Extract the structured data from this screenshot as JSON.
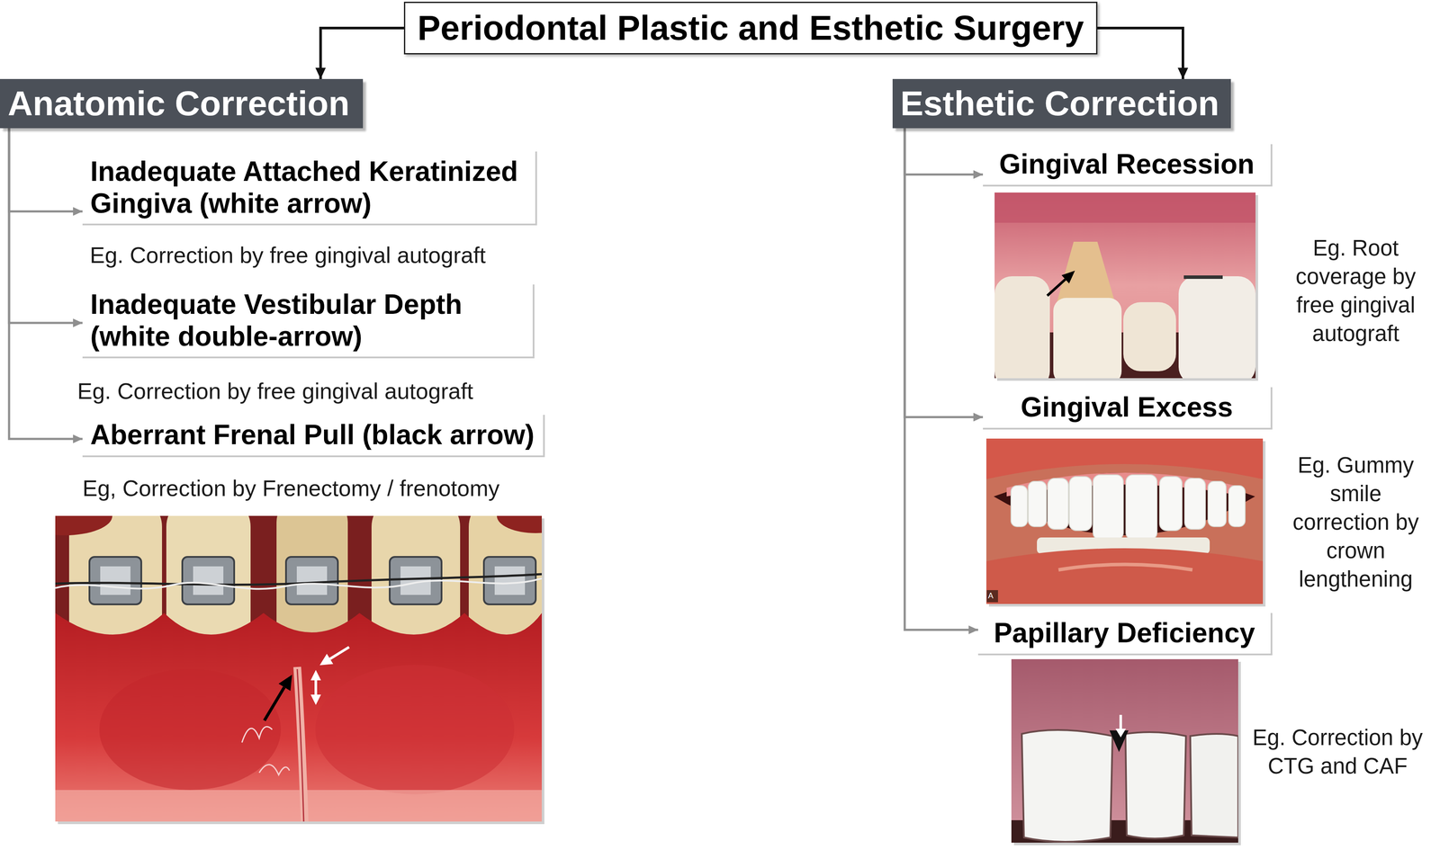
{
  "diagram": {
    "nodes": [
      {
        "text": [
          "Periodontal Plastic and Esthetic Surgery"
        ]
      },
      {
        "text": [
          "Anatomic Correction"
        ]
      },
      {
        "text": [
          "Inadequate Attached Keratinized Gingiva (white arrow)"
        ]
      },
      {
        "text": [
          "Inadequate Vestibular Depth (white double-arrow)"
        ]
      },
      {
        "text": [
          "Aberrant Frenal Pull (black arrow)"
        ]
      },
      {
        "text": [
          "Esthetic Correction"
        ]
      },
      {
        "text": [
          "Gingival Recession"
        ]
      },
      {
        "text": [
          "Gingival Excess"
        ]
      },
      {
        "text": [
          "Papillary Deficiency"
        ]
      }
    ],
    "edges": [
      {
        "from": 0,
        "to": 1,
        "arrow": "to"
      },
      {
        "from": 0,
        "to": 5,
        "arrow": "to"
      },
      {
        "from": 1,
        "to": 2,
        "arrow": "to"
      },
      {
        "from": 1,
        "to": 3,
        "arrow": "to"
      },
      {
        "from": 1,
        "to": 4,
        "arrow": "to"
      },
      {
        "from": 5,
        "to": 6,
        "arrow": "to"
      },
      {
        "from": 5,
        "to": 7,
        "arrow": "to"
      },
      {
        "from": 5,
        "to": 8,
        "arrow": "to"
      }
    ],
    "labels": [
      "Eg. Correction by free gingival autograft",
      "Eg. Correction by free gingival autograft",
      "Eg, Correction by Frenectomy / frenotomy",
      "Eg. Root coverage by free gingival autograft",
      "Eg. Gummy smile correction by crown lengthening",
      "A",
      "Eg. Correction by CTG and CAF"
    ]
  }
}
